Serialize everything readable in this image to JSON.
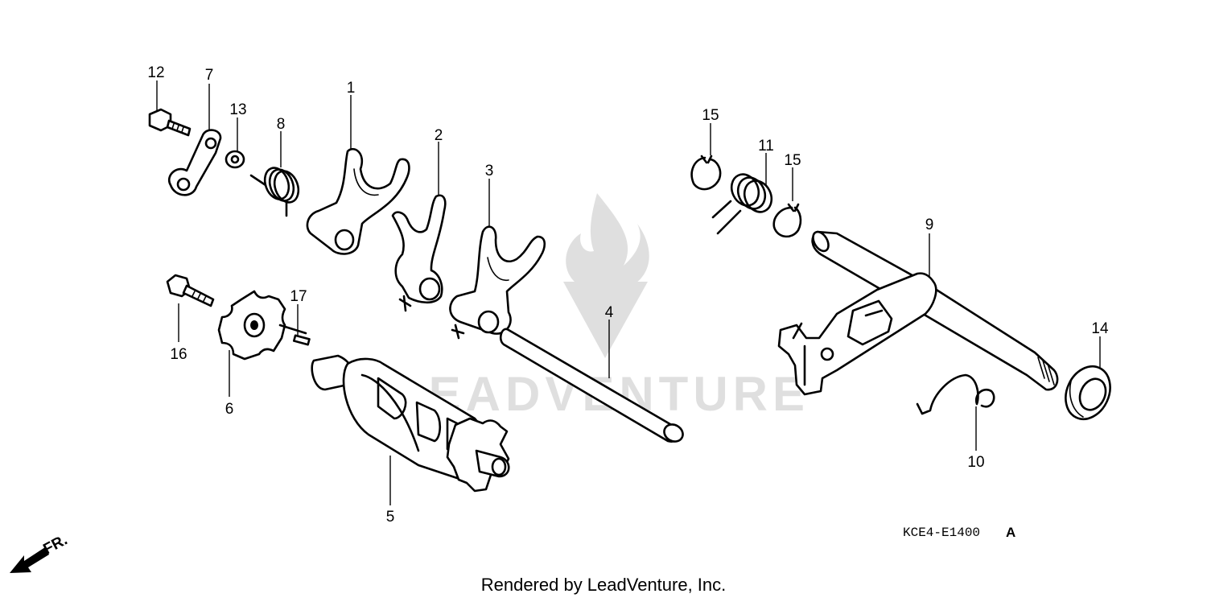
{
  "diagram": {
    "callouts": [
      "1",
      "2",
      "3",
      "4",
      "5",
      "6",
      "7",
      "8",
      "9",
      "10",
      "11",
      "12",
      "13",
      "14",
      "15",
      "15",
      "16",
      "17"
    ],
    "diagram_code": "KCE4-E1400",
    "diagram_code_suffix": "A",
    "direction_label": "FR.",
    "watermark_text": "LEADVENTURE",
    "footer": "Rendered by LeadVenture, Inc."
  }
}
